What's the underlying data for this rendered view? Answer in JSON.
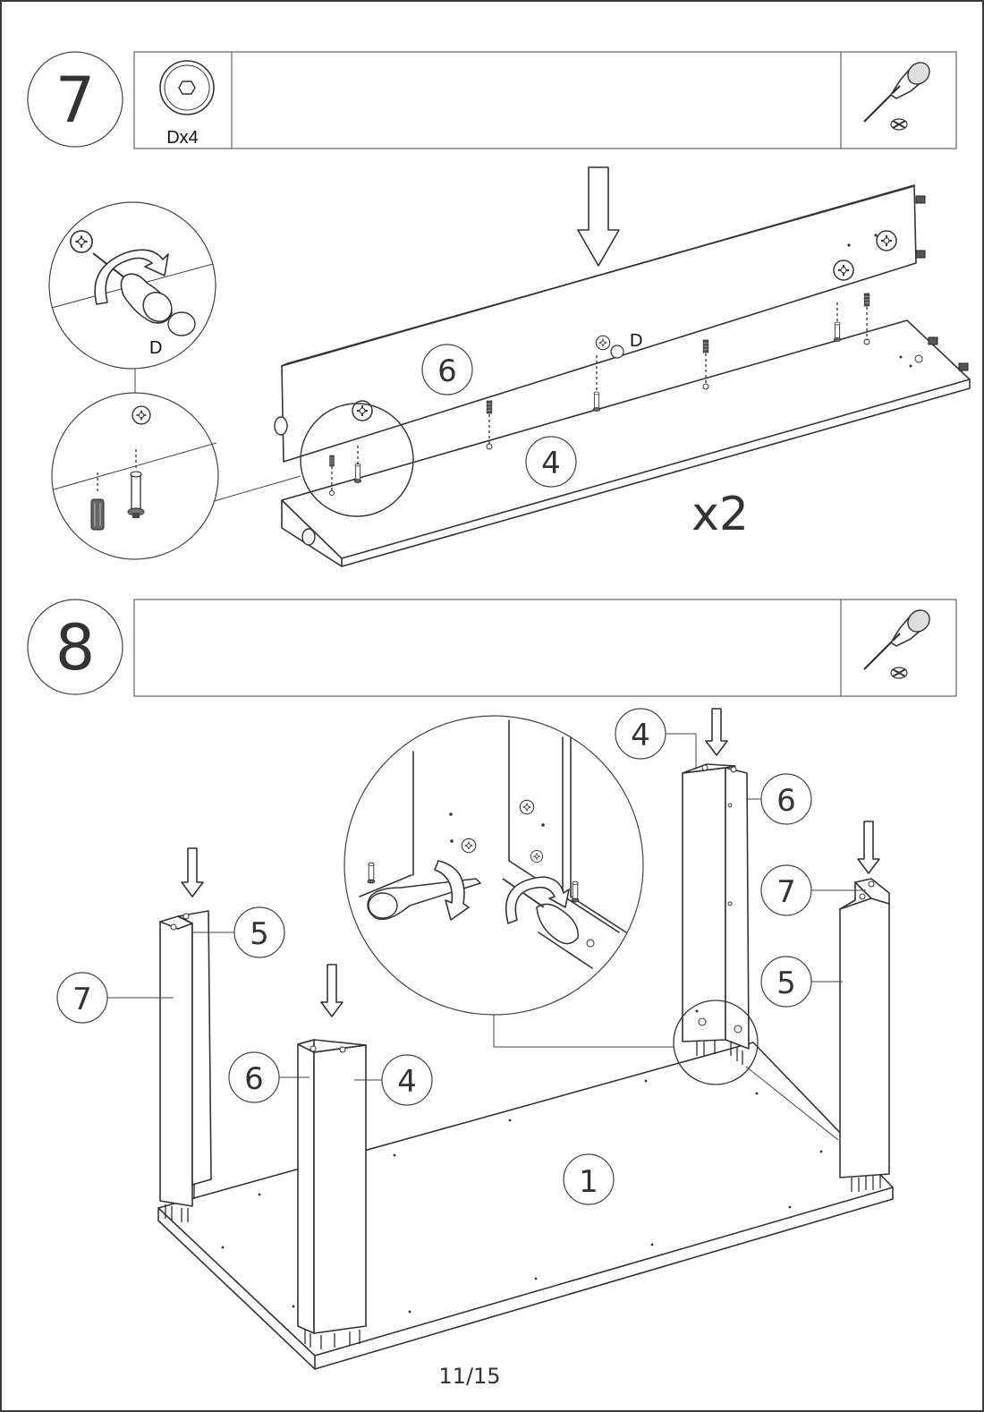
{
  "steps": [
    {
      "number": "7",
      "hardware": {
        "label": "Dx4",
        "icon": "cam-lock-icon"
      },
      "tool": "screwdriver-icon",
      "parts": {
        "back_panel": "6",
        "bottom_panel": "4"
      },
      "callout_label": "D",
      "inline_label": "D",
      "multiplier": "x2"
    },
    {
      "number": "8",
      "tool": "screwdriver-icon",
      "parts": {
        "base": "1",
        "left_front_label_1": "5",
        "left_front_label_2": "7",
        "left_back_label_1": "6",
        "left_back_label_2": "4",
        "right_back_label_1": "4",
        "right_back_label_2": "6",
        "right_front_label_1": "7",
        "right_front_label_2": "5"
      }
    }
  ],
  "footer": {
    "page": "11/15"
  }
}
